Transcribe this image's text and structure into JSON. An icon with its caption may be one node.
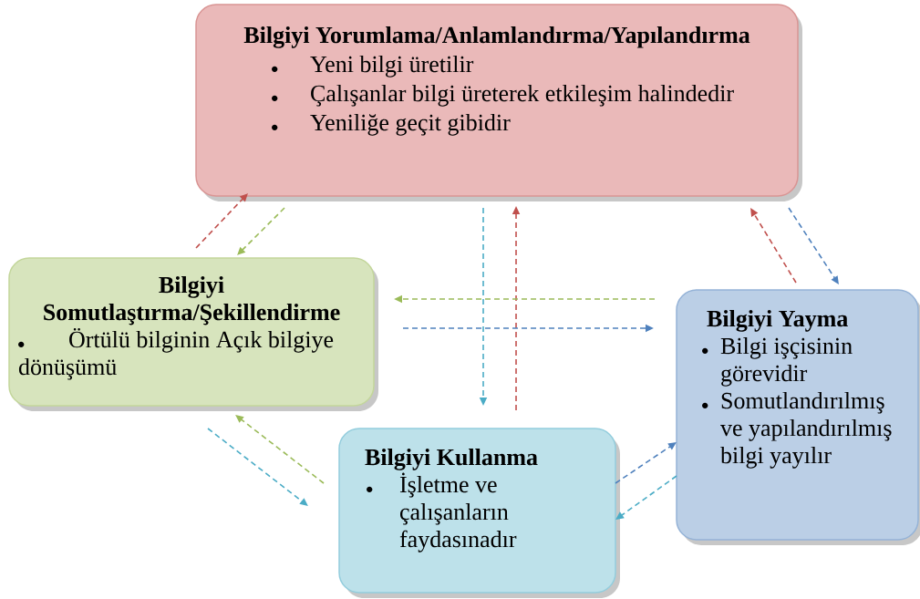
{
  "diagram": {
    "nodes": [
      {
        "text": [
          "Bilgiyi Yorumlama/Anlamlandırma/Yapılandırma",
          "Yeni bilgi üretilir",
          "Çalışanlar bilgi üreterek etkileşim halindedir",
          "Yeniliğe geçit gibidir"
        ]
      },
      {
        "text": [
          "Bilgiyi Somutlaştırma/Şekillendirme",
          "Örtülü bilginin Açık bilgiye dönüşümü"
        ]
      },
      {
        "text": [
          "Bilgiyi Yayma",
          "Bilgi işçisinin görevidir",
          "Somutlandırılmış ve yapılandırılmış bilgi yayılır"
        ]
      },
      {
        "text": [
          "Bilgiyi Kullanma",
          "İşletme ve çalışanların faydasınadır"
        ]
      }
    ],
    "edges": [
      {
        "from": 1,
        "to": 0,
        "arrow": "to",
        "style": "dashed",
        "color": "#c0504d"
      },
      {
        "from": 0,
        "to": 1,
        "arrow": "to",
        "style": "dashed",
        "color": "#9bbb59"
      },
      {
        "from": 0,
        "to": 3,
        "arrow": "to",
        "style": "dashed",
        "color": "#4bacc6"
      },
      {
        "from": 3,
        "to": 0,
        "arrow": "to",
        "style": "dashed",
        "color": "#c0504d"
      },
      {
        "from": 0,
        "to": 2,
        "arrow": "to",
        "style": "dashed",
        "color": "#4f81bd"
      },
      {
        "from": 2,
        "to": 0,
        "arrow": "to",
        "style": "dashed",
        "color": "#c0504d"
      },
      {
        "from": 2,
        "to": 1,
        "arrow": "to",
        "style": "dashed",
        "color": "#9bbb59"
      },
      {
        "from": 1,
        "to": 2,
        "arrow": "to",
        "style": "dashed",
        "color": "#4f81bd"
      },
      {
        "from": 1,
        "to": 3,
        "arrow": "to",
        "style": "dashed",
        "color": "#4bacc6"
      },
      {
        "from": 3,
        "to": 1,
        "arrow": "to",
        "style": "dashed",
        "color": "#9bbb59"
      },
      {
        "from": 3,
        "to": 2,
        "arrow": "to",
        "style": "dashed",
        "color": "#4f81bd"
      },
      {
        "from": 2,
        "to": 3,
        "arrow": "to",
        "style": "dashed",
        "color": "#4bacc6"
      }
    ]
  }
}
